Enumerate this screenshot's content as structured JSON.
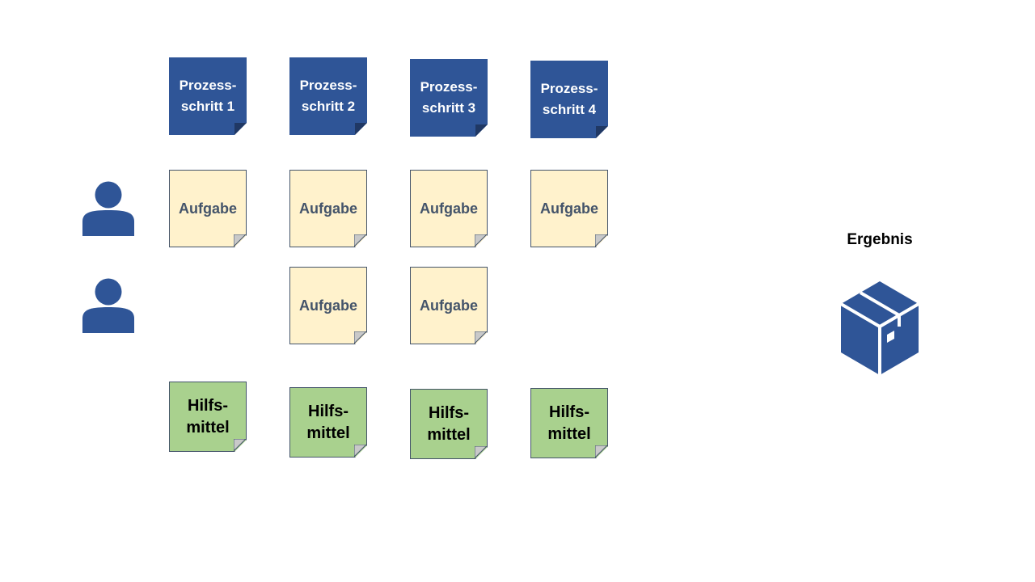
{
  "steps": [
    {
      "line1": "Prozess-",
      "line2": "schritt 1"
    },
    {
      "line1": "Prozess-",
      "line2": "schritt 2"
    },
    {
      "line1": "Prozess-",
      "line2": "schritt 3"
    },
    {
      "line1": "Prozess-",
      "line2": "schritt 4"
    }
  ],
  "tasks_row1": [
    "Aufgabe",
    "Aufgabe",
    "Aufgabe",
    "Aufgabe"
  ],
  "tasks_row2": [
    "Aufgabe",
    "Aufgabe"
  ],
  "aids": [
    {
      "line1": "Hilfs-",
      "line2": "mittel"
    },
    {
      "line1": "Hilfs-",
      "line2": "mittel"
    },
    {
      "line1": "Hilfs-",
      "line2": "mittel"
    },
    {
      "line1": "Hilfs-",
      "line2": "mittel"
    }
  ],
  "result": {
    "label": "Ergebnis",
    "icon": "package-icon"
  },
  "people": [
    {
      "icon": "person-icon"
    },
    {
      "icon": "person-icon"
    }
  ],
  "colors": {
    "step_fill": "#2f5597",
    "task_fill": "#fff2cc",
    "aid_fill": "#a9d18e",
    "outline": "#44546a",
    "icon": "#2f5597"
  }
}
